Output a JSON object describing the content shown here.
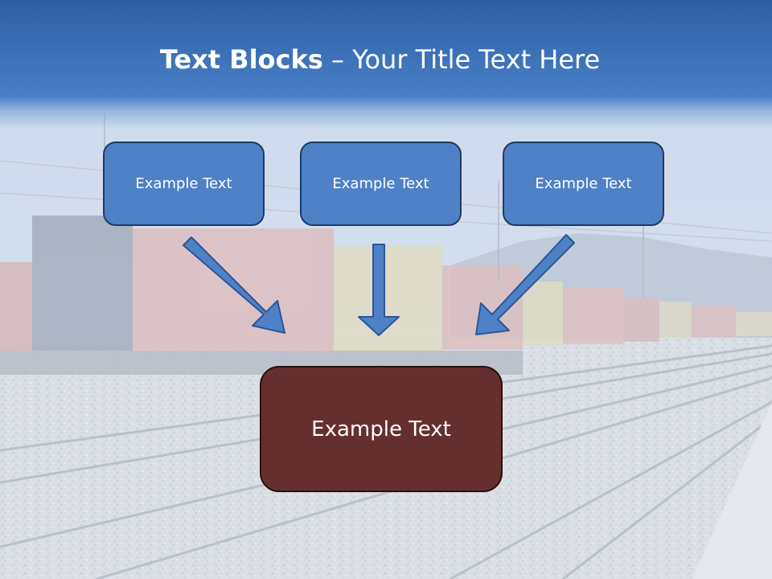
{
  "title": {
    "bold": "Text Blocks",
    "dash": " – ",
    "rest": "Your Title Text Here"
  },
  "blocks": [
    {
      "label": "Example Text"
    },
    {
      "label": "Example Text"
    },
    {
      "label": "Example Text"
    }
  ],
  "target_block": {
    "label": "Example Text"
  },
  "colors": {
    "header_blue": "#3a6fb6",
    "block_fill": "#4f81c7",
    "block_border": "#1f3a66",
    "target_fill": "#662f2f",
    "arrow_fill": "#4f81c7",
    "arrow_stroke": "#2d5596"
  },
  "background": "train-yard-photo"
}
